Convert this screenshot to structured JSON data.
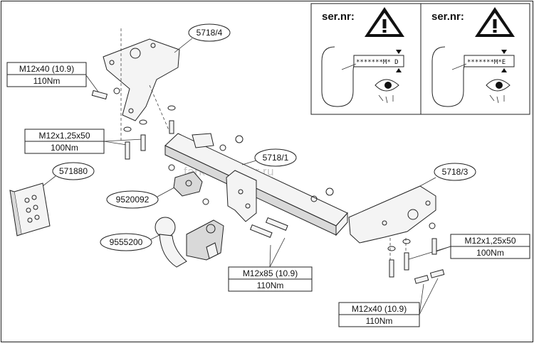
{
  "watermark": "farkop-center.ru",
  "serial_panels": [
    {
      "label": "ser.nr:",
      "code": "*******M* D"
    },
    {
      "label": "ser.nr:",
      "code": "*******M*E"
    }
  ],
  "part_numbers": {
    "bracket_left": "5718/4",
    "crossbar": "5718/1",
    "bracket_right": "5718/3",
    "wiring_kit": "571880",
    "socket_plate": "9520092",
    "tow_ball": "9555200"
  },
  "bolt_specs": {
    "top_left": {
      "size": "M12x40 (10.9)",
      "torque": "110Nm"
    },
    "mid_left": {
      "size": "M12x1,25x50",
      "torque": "100Nm"
    },
    "center": {
      "size": "M12x85 (10.9)",
      "torque": "110Nm"
    },
    "right": {
      "size": "M12x1,25x50",
      "torque": "100Nm"
    },
    "bottom_right": {
      "size": "M12x40 (10.9)",
      "torque": "110Nm"
    }
  },
  "icons": [
    "warning-triangle-icon",
    "eye-icon"
  ]
}
